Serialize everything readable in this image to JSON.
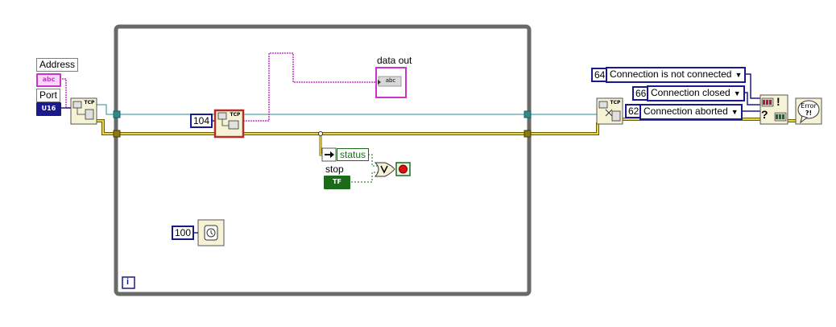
{
  "labels": {
    "address": "Address",
    "port": "Port",
    "data_out": "data out",
    "status": "status",
    "stop": "stop"
  },
  "types": {
    "address": "abc",
    "port": "U16",
    "data_out": "abc",
    "stop": "TF"
  },
  "constants": {
    "read_bytes": "104",
    "wait_ms": "100"
  },
  "error_rings": [
    {
      "code": "64",
      "text": "Connection is not connected"
    },
    {
      "code": "66",
      "text": "Connection closed"
    },
    {
      "code": "62",
      "text": "Connection aborted"
    }
  ],
  "loop_index": "i",
  "node_badges": {
    "tcp": "TCP",
    "error_dialog": "Error",
    "error_dialog_2": "?!"
  },
  "colors": {
    "string_wire": "#cc33cc",
    "u16_wire": "#1a1a8c",
    "tcp_ref_wire": "#2e8b8b",
    "error_wire": "#b8a400",
    "boolean_wire": "#1b6b1b",
    "loop_frame": "#6a6a6a",
    "read_node_border": "#b03030"
  }
}
